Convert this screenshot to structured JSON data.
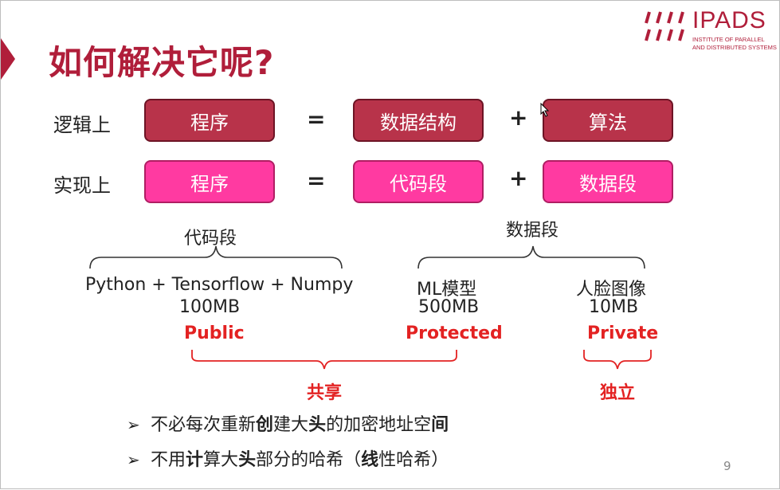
{
  "title": "如何解决它呢?",
  "logo": {
    "name": "IPADS",
    "sub1": "INSTITUTE OF PARALLEL",
    "sub2": "AND DISTRIBUTED SYSTEMS"
  },
  "rows": {
    "logical": {
      "label": "逻辑上",
      "program": "程序",
      "eq": "=",
      "left": "数据结构",
      "plus": "+",
      "right": "算法"
    },
    "impl": {
      "label": "实现上",
      "program": "程序",
      "eq": "=",
      "left": "代码段",
      "plus": "+",
      "right": "数据段"
    }
  },
  "groups": {
    "code": "代码段",
    "data": "数据段"
  },
  "items": [
    {
      "name": "Python + Tensorflow + Numpy",
      "size": "100MB",
      "access": "Public"
    },
    {
      "name": "ML模型",
      "size": "500MB",
      "access": "Protected"
    },
    {
      "name": "人脸图像",
      "size": "10MB",
      "access": "Private"
    }
  ],
  "sharing": {
    "shared": "共享",
    "independent": "独立"
  },
  "bullets": [
    {
      "marker": "➢",
      "parts": [
        "不必每次重新",
        "创",
        "建",
        "大",
        "头",
        "的加密地址空",
        "间"
      ]
    },
    {
      "marker": "➢",
      "parts": [
        "不用",
        "计",
        "算",
        "大",
        "头",
        "部分的哈希（",
        "线",
        "性哈希）"
      ]
    }
  ],
  "page_number": "9",
  "colors": {
    "accent": "#b01e3a",
    "dark_box": "#b8334a",
    "pink_box": "#ff3aa1",
    "red_text": "#e32222"
  }
}
